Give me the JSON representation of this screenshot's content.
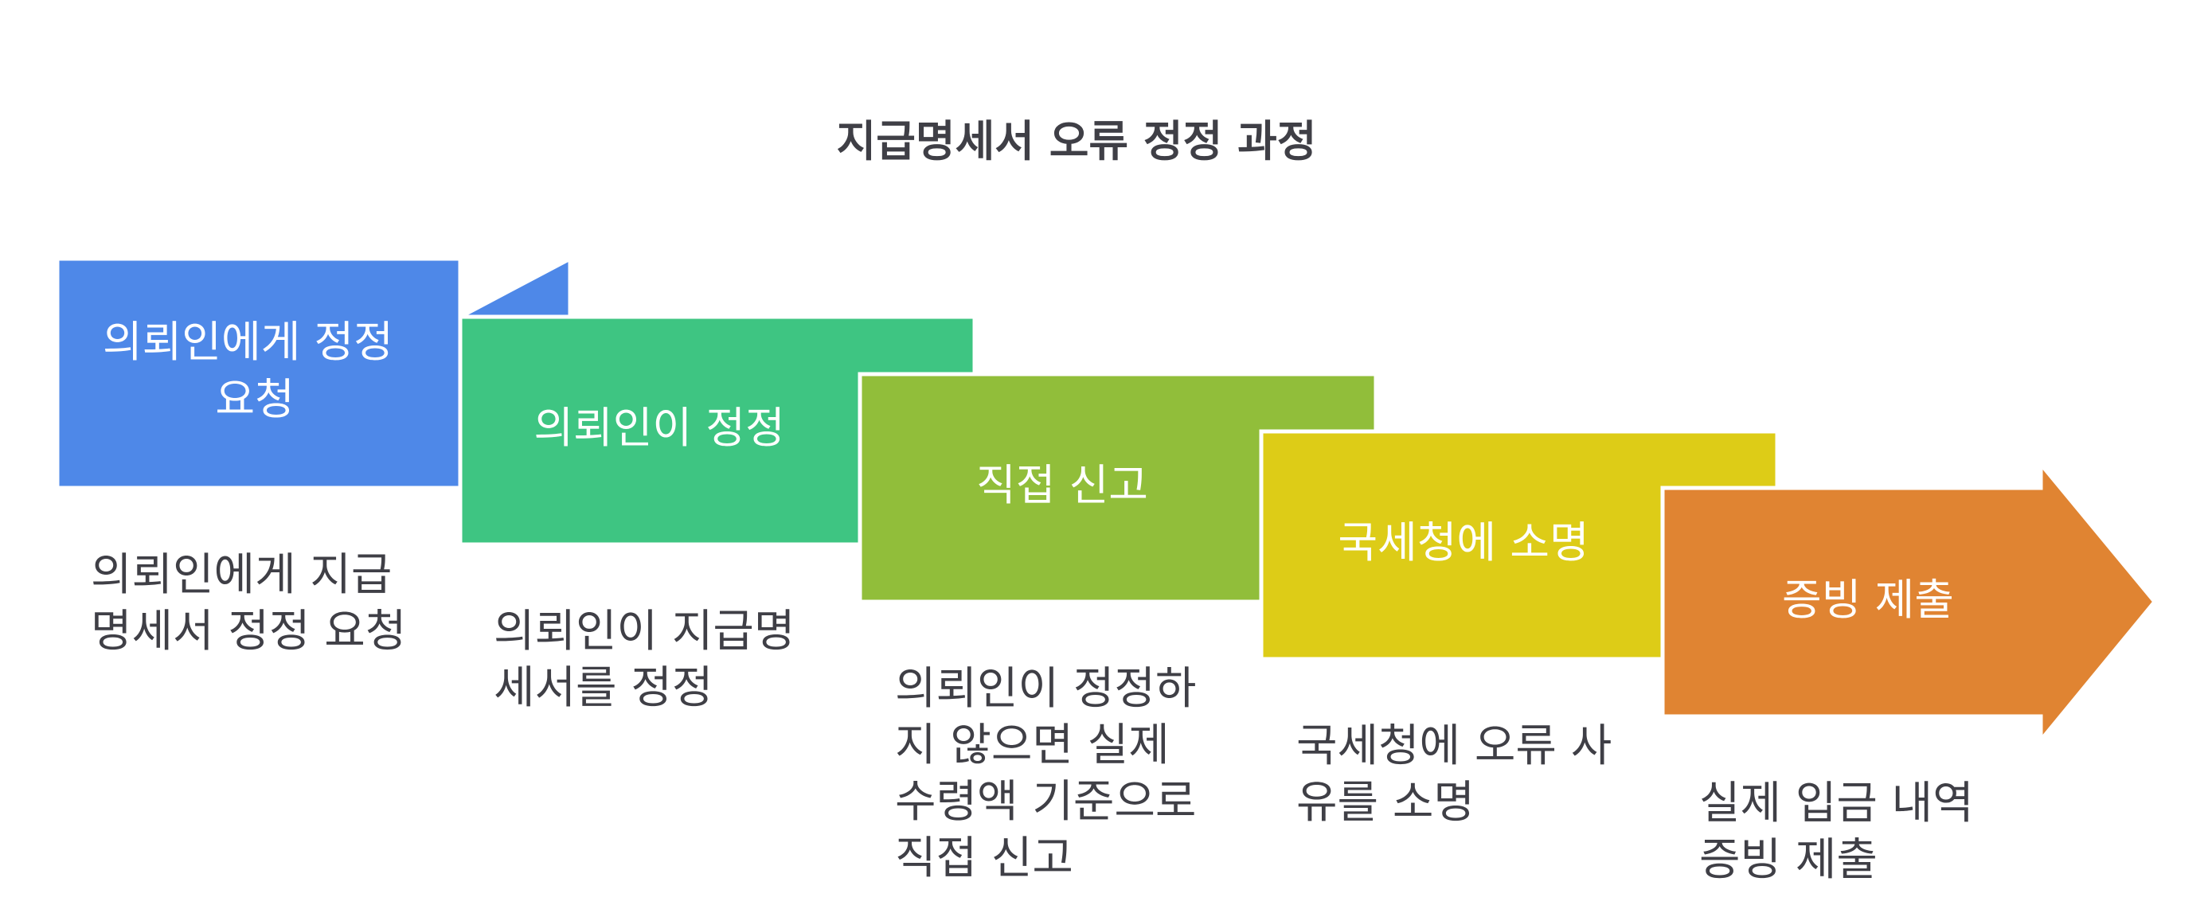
{
  "title": "지급명세서 오류 정정 과정",
  "colors": {
    "step1": "#4e88e8",
    "step2": "#3ec582",
    "step3": "#91be3a",
    "step4": "#ddcc17",
    "step5": "#e08432",
    "text_dark": "#3f3f46",
    "text_light": "#ffffff"
  },
  "steps": [
    {
      "label_lines": [
        "의뢰인에게 정정",
        "요청"
      ],
      "desc_lines": [
        "의뢰인에게 지급",
        "명세서 정정 요청"
      ]
    },
    {
      "label_lines": [
        "의뢰인이 정정"
      ],
      "desc_lines": [
        "의뢰인이 지급명",
        "세서를 정정"
      ]
    },
    {
      "label_lines": [
        "직접 신고"
      ],
      "desc_lines": [
        "의뢰인이 정정하",
        "지 않으면 실제",
        "수령액 기준으로",
        "직접 신고"
      ]
    },
    {
      "label_lines": [
        "국세청에 소명"
      ],
      "desc_lines": [
        "국세청에 오류 사",
        "유를 소명"
      ]
    },
    {
      "label_lines": [
        "증빙 제출"
      ],
      "desc_lines": [
        "실제 입금 내역",
        "증빙 제출"
      ]
    }
  ]
}
